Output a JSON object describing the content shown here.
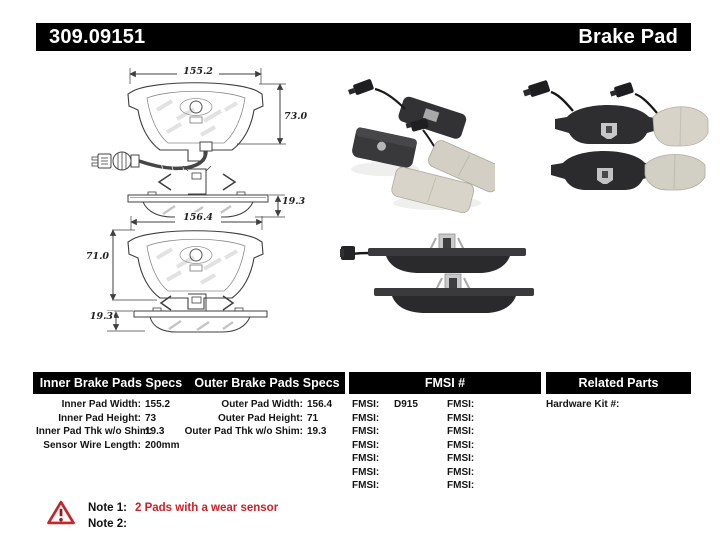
{
  "header": {
    "part_number": "309.09151",
    "product_name": "Brake Pad"
  },
  "diagrams": {
    "inner_pad": {
      "width": "155.2",
      "height": "73.0",
      "thickness": "19.3"
    },
    "outer_pad": {
      "width": "156.4",
      "height": "71.0",
      "thickness": "19.3"
    }
  },
  "specs_table": {
    "headers": {
      "inner": "Inner Brake Pads Specs",
      "outer": "Outer Brake Pads Specs",
      "fmsi": "FMSI #",
      "related": "Related Parts"
    },
    "inner_rows": [
      {
        "label": "Inner Pad Width:",
        "value": "155.2"
      },
      {
        "label": "Inner Pad Height:",
        "value": "73"
      },
      {
        "label": "Inner Pad Thk w/o Shim:",
        "value": "19.3"
      },
      {
        "label": "Sensor Wire Length:",
        "value": "200mm"
      }
    ],
    "outer_rows": [
      {
        "label": "Outer Pad Width:",
        "value": "156.4"
      },
      {
        "label": "Outer Pad Height:",
        "value": "71"
      },
      {
        "label": "Outer Pad Thk w/o Shim:",
        "value": "19.3"
      }
    ],
    "fmsi_col1": [
      {
        "label": "FMSI:",
        "value": "D915"
      },
      {
        "label": "FMSI:",
        "value": ""
      },
      {
        "label": "FMSI:",
        "value": ""
      },
      {
        "label": "FMSI:",
        "value": ""
      },
      {
        "label": "FMSI:",
        "value": ""
      },
      {
        "label": "FMSI:",
        "value": ""
      },
      {
        "label": "FMSI:",
        "value": ""
      }
    ],
    "fmsi_col2": [
      {
        "label": "FMSI:",
        "value": ""
      },
      {
        "label": "FMSI:",
        "value": ""
      },
      {
        "label": "FMSI:",
        "value": ""
      },
      {
        "label": "FMSI:",
        "value": ""
      },
      {
        "label": "FMSI:",
        "value": ""
      },
      {
        "label": "FMSI:",
        "value": ""
      },
      {
        "label": "FMSI:",
        "value": ""
      }
    ],
    "related_rows": [
      {
        "label": "Hardware Kit #:",
        "value": ""
      }
    ]
  },
  "notes": {
    "warning_icon": "⚠",
    "note1_label": "Note 1:",
    "note1_text": "2 Pads with a wear sensor",
    "note2_label": "Note 2:",
    "note2_text": ""
  },
  "colors": {
    "header_bar": "#000000",
    "note_red": "#cc2127",
    "warning_triangle_red": "#c1272d",
    "drawing_line": "#3f3f3f"
  }
}
